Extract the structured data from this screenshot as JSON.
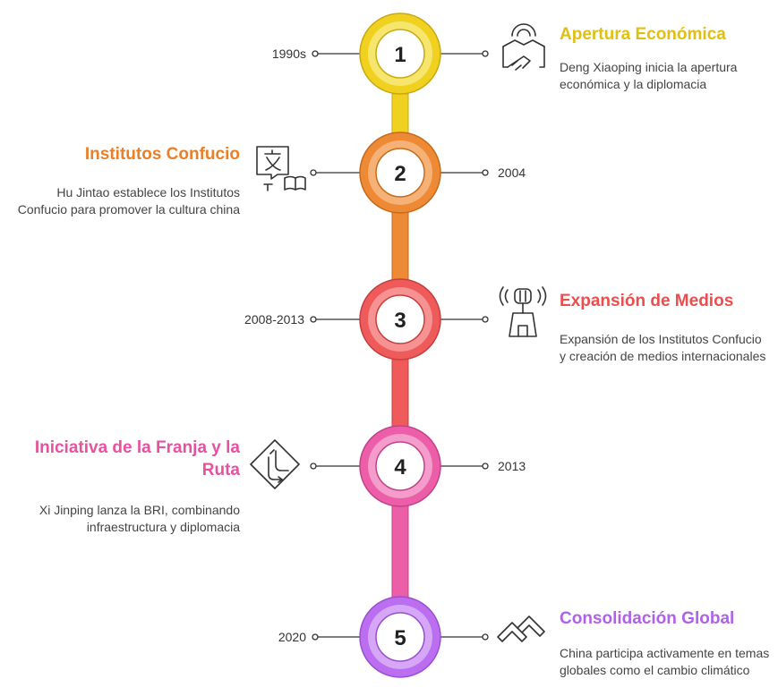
{
  "events": [
    {
      "number": "1",
      "date": "1990s",
      "title": "Apertura Económica",
      "description": "Deng Xiaoping inicia la apertura económica y la diplomacia",
      "color": "#f1d11f",
      "light": "#f7e66e",
      "icon": "handshake-icon"
    },
    {
      "number": "2",
      "date": "2004",
      "title": "Institutos Confucio",
      "description": "Hu Jintao establece los Institutos Confucio para promover la cultura china",
      "color": "#ee8a36",
      "light": "#f6b276",
      "icon": "translate-book-icon"
    },
    {
      "number": "3",
      "date": "2008-2013",
      "title": "Expansión de Medios",
      "description": "Expansión de los Institutos Confucio y creación de medios internacionales",
      "color": "#ef5a5a",
      "light": "#f69292",
      "icon": "broadcast-tower-icon"
    },
    {
      "number": "4",
      "date": "2013",
      "title": "Iniciativa de la Franja y la Ruta",
      "description": "Xi Jinping lanza la BRI, combinando infraestructura y diplomacia",
      "color": "#ec5fa8",
      "light": "#f49ccb",
      "icon": "road-sign-icon"
    },
    {
      "number": "5",
      "date": "2020",
      "title": "Consolidación Global",
      "description": "China participa activamente en temas globales como el cambio climático",
      "color": "#bb6ef0",
      "light": "#d7a7f7",
      "icon": "mountains-icon"
    }
  ]
}
